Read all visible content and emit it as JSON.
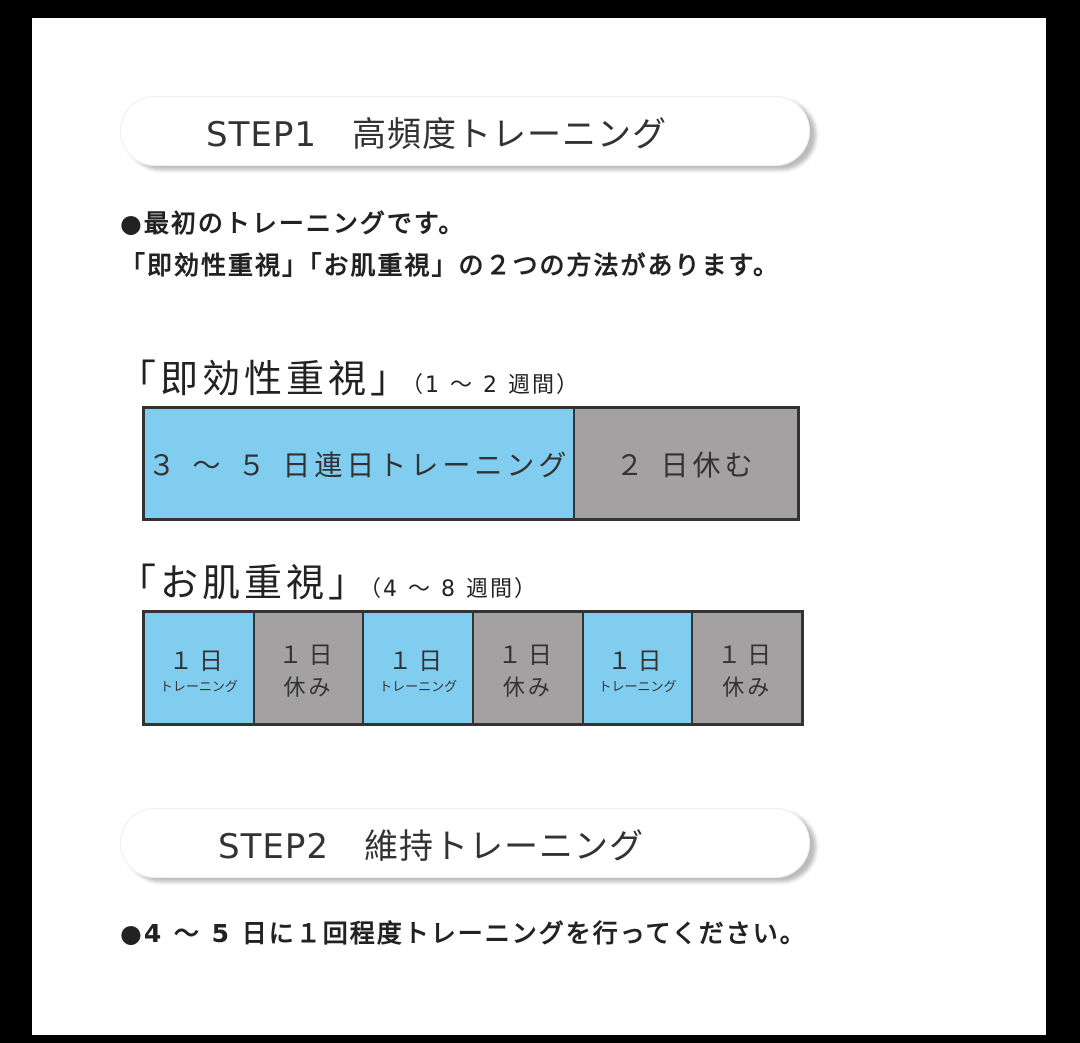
{
  "step1": {
    "title": "STEP1　高頻度トレーニング"
  },
  "intro": {
    "line1": "●最初のトレーニングです。",
    "line2": "「即効性重視」「お肌重視」の２つの方法があります。"
  },
  "plan_fast": {
    "title": "「即効性重視」",
    "duration": "（1 ～ 2 週間）",
    "segments": [
      {
        "label": "３ ～ ５ 日連日トレーニング",
        "type": "training"
      },
      {
        "label": "２ 日休む",
        "type": "rest"
      }
    ]
  },
  "plan_skin": {
    "title": "「お肌重視」",
    "duration": "（4 ～ 8 週間）",
    "segments": [
      {
        "top": "１日",
        "bottom": "トレーニング",
        "type": "training"
      },
      {
        "top": "１日",
        "bottom": "休み",
        "type": "rest"
      },
      {
        "top": "１日",
        "bottom": "トレーニング",
        "type": "training"
      },
      {
        "top": "１日",
        "bottom": "休み",
        "type": "rest"
      },
      {
        "top": "１日",
        "bottom": "トレーニング",
        "type": "training"
      },
      {
        "top": "１日",
        "bottom": "休み",
        "type": "rest"
      }
    ]
  },
  "step2": {
    "title": "STEP2　維持トレーニング",
    "note": "●4 ～ 5 日に１回程度トレーニングを行ってください。"
  },
  "colors": {
    "training": "#80cdf0",
    "rest": "#a3a1a1",
    "border": "#333333"
  }
}
